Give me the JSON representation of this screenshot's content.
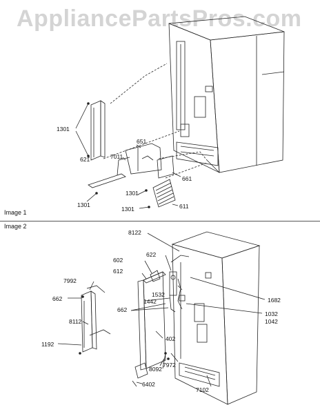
{
  "watermark": "AppliancePartsPros.com",
  "sections": {
    "image1": "Image 1",
    "image2": "Image 2"
  },
  "callouts": {
    "c1301a": "1301",
    "c621": "621",
    "c651": "651",
    "c7011": "7011",
    "c661": "661",
    "c1301b": "1301",
    "c1301c": "1301",
    "c1301d": "1301",
    "c611": "611",
    "c8122": "8122",
    "c602": "602",
    "c622": "622",
    "c612": "612",
    "c7992": "7992",
    "c1532": "1532",
    "c1682": "1682",
    "c662a": "662",
    "c1442": "1442",
    "c662b": "662",
    "c1032": "1032",
    "c1042": "1042",
    "c8112": "8112",
    "c402": "402",
    "c1192": "1192",
    "c7972": "7972",
    "c8092": "8092",
    "c7102": "7102",
    "c6402": "6402"
  }
}
